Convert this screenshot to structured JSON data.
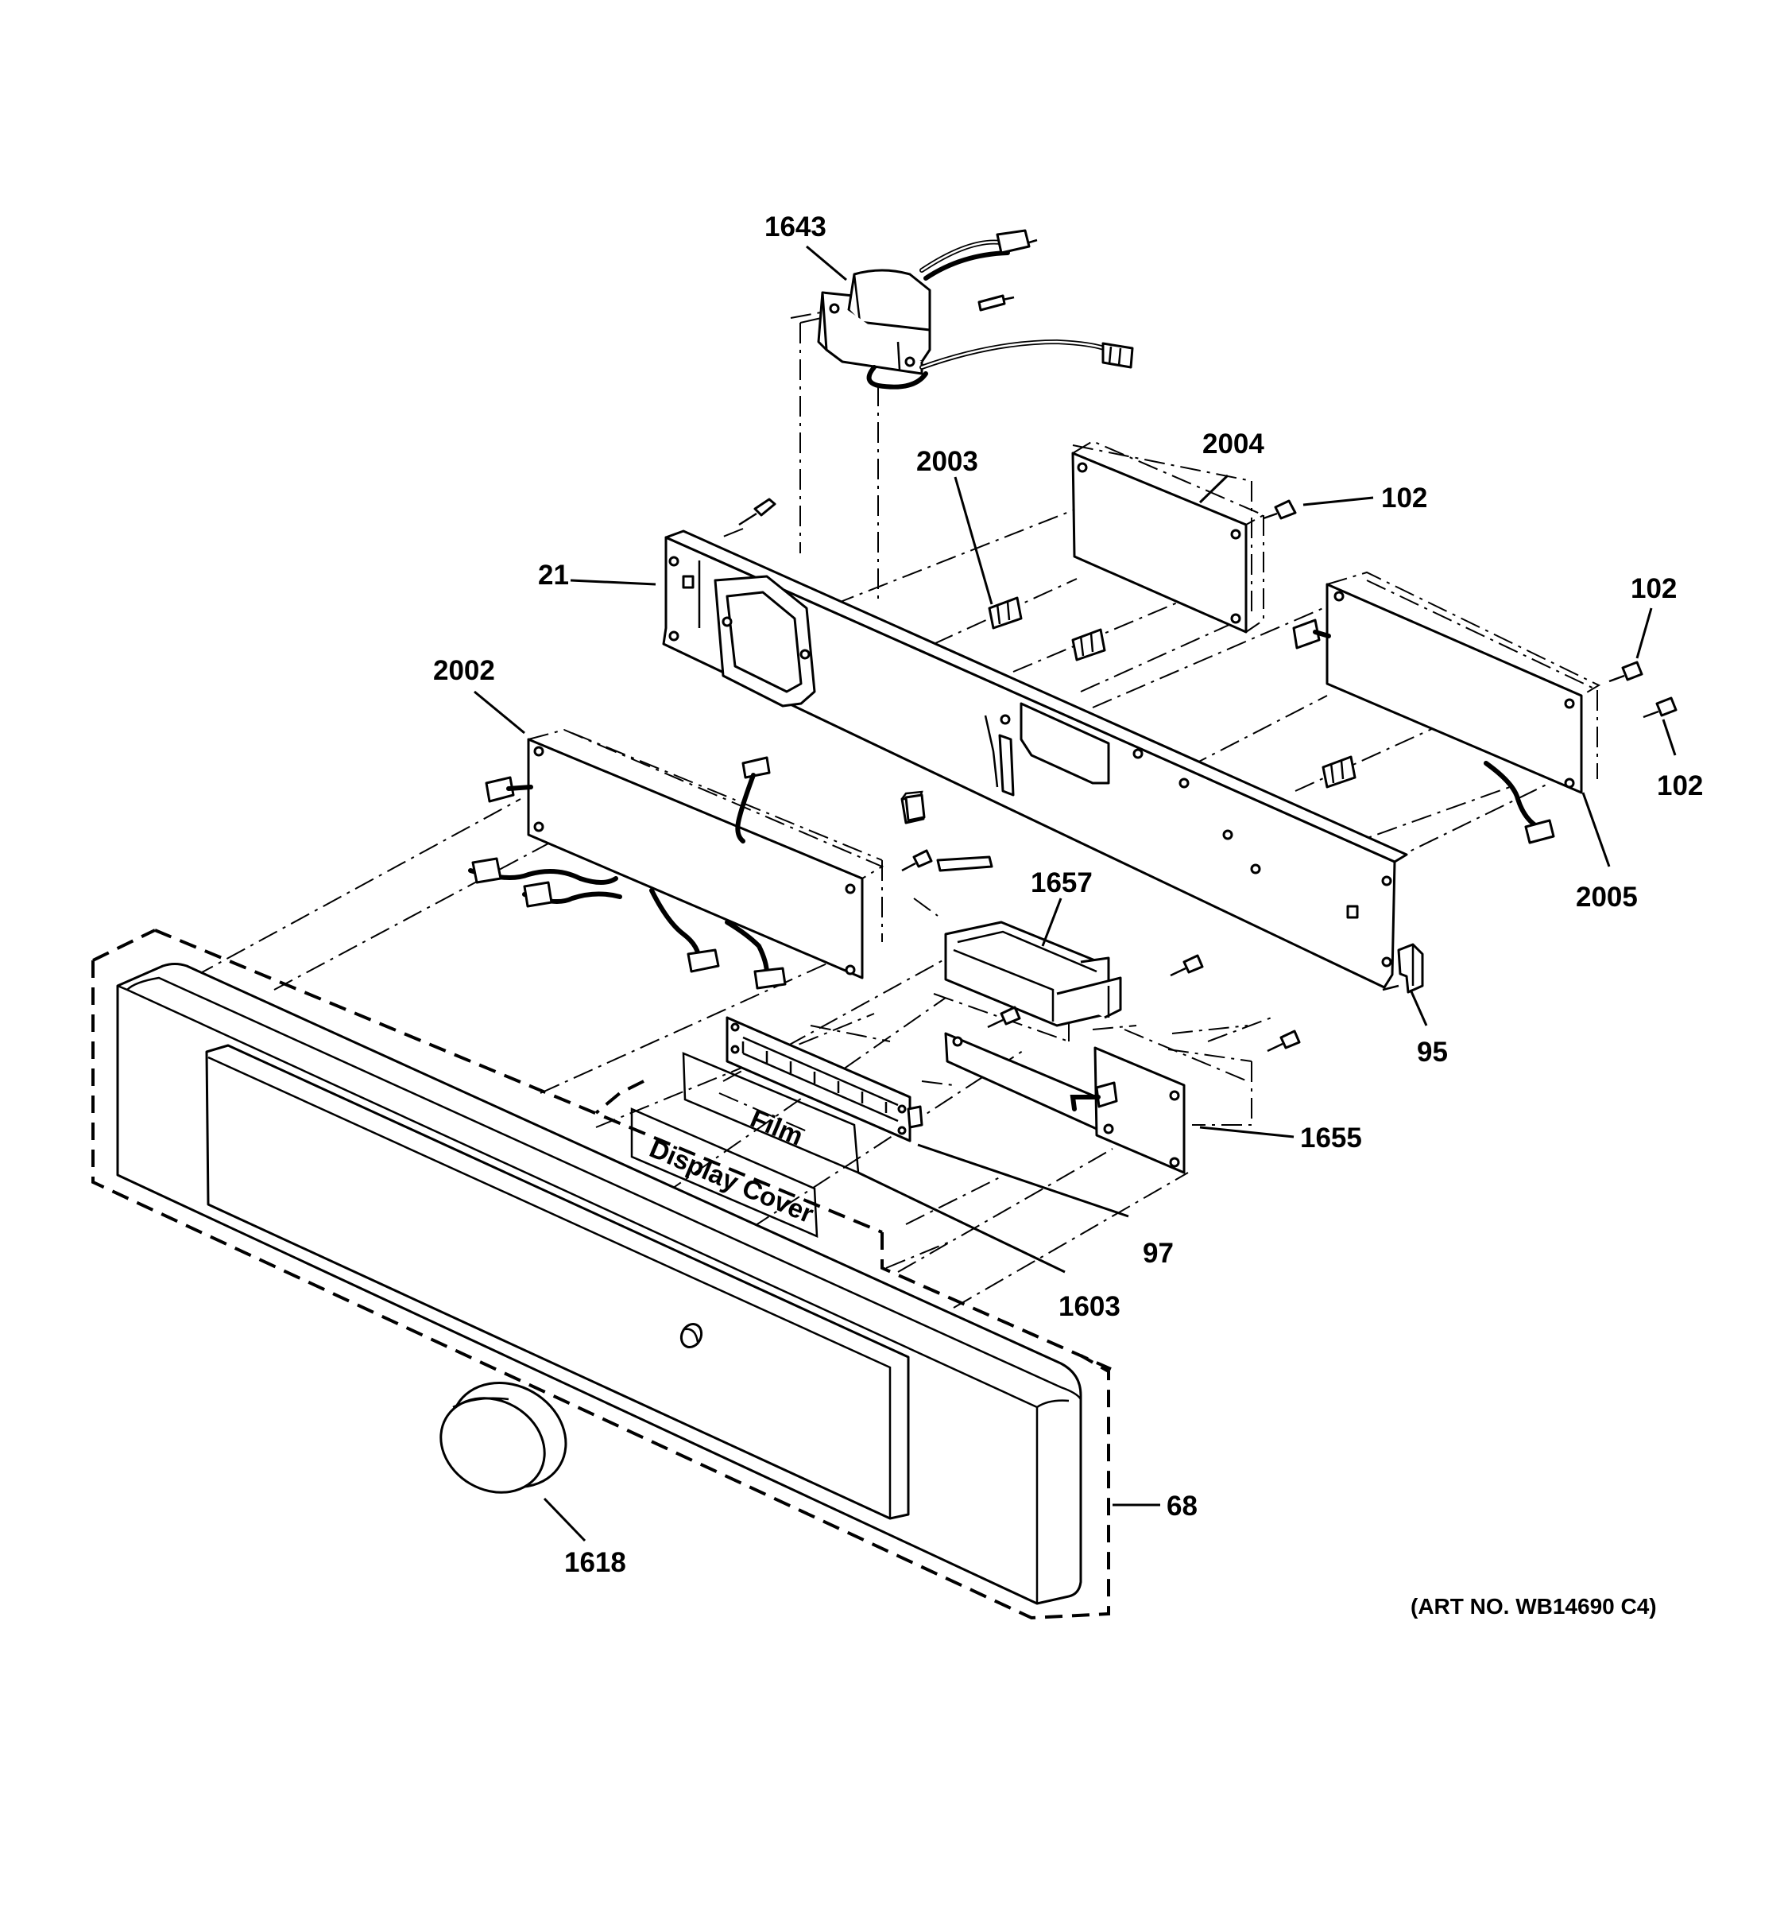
{
  "callouts": {
    "c1643": "1643",
    "c2003": "2003",
    "c2004": "2004",
    "c102a": "102",
    "c21": "21",
    "c102b": "102",
    "c102c": "102",
    "c2002": "2002",
    "c2005": "2005",
    "c1657": "1657",
    "c95": "95",
    "c1655": "1655",
    "c97": "97",
    "c1603": "1603",
    "c68": "68",
    "c1618": "1618"
  },
  "labels": {
    "film": "Film",
    "display_cover": "Display Cover"
  },
  "art_number": "(ART NO. WB14690 C4)"
}
